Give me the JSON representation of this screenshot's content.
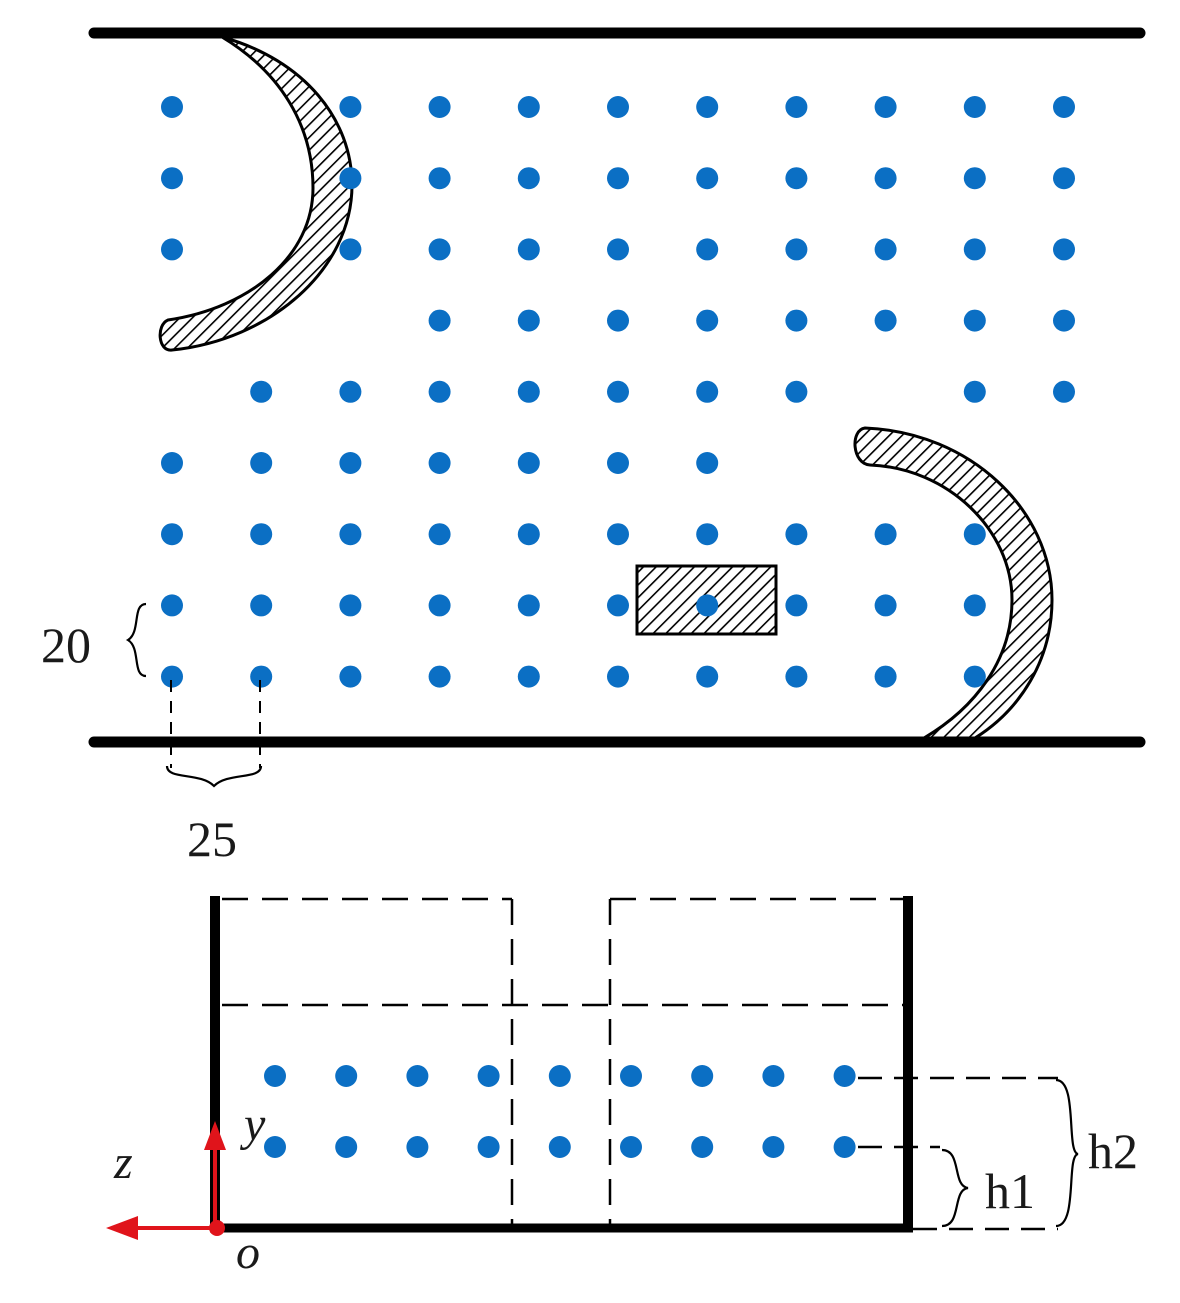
{
  "colors": {
    "point": "#0b6fc4",
    "line": "#000000",
    "axis": "#e0141b",
    "hatch": "#000000"
  },
  "labels": {
    "spacing_y": "20",
    "spacing_x": "25",
    "h1": "h1",
    "h2": "h2",
    "axis_y": "y",
    "axis_z": "z",
    "origin": "o"
  },
  "plan_view": {
    "columns": 11,
    "rows": 9,
    "point_layout": [
      "10111111111",
      "10111111111",
      "10111111111",
      "00011111111",
      "01111111011",
      "11111110000",
      "11111111110",
      "11111111110",
      "11111111110"
    ]
  },
  "section_view": {
    "columns": 9,
    "rows": 2
  }
}
